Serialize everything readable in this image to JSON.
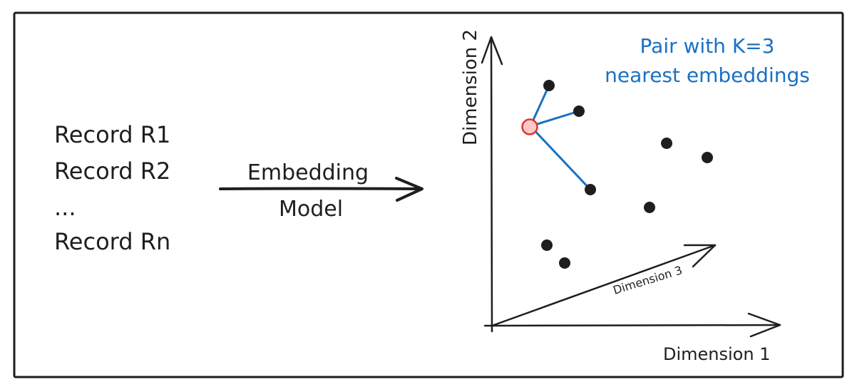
{
  "records": {
    "items": [
      "Record R1",
      "Record R2",
      "...",
      "Record Rn"
    ]
  },
  "arrow": {
    "label_top": "Embedding",
    "label_bottom": "Model"
  },
  "plot": {
    "axis_x_label": "Dimension 1",
    "axis_y_label": "Dimension 2",
    "axis_z_label": "Dimension 3",
    "annotation_line1": "Pair with K=3",
    "annotation_line2": "nearest embeddings"
  },
  "colors": {
    "ink": "#1e1e1e",
    "accent": "#1971c2",
    "query_fill": "#ffc9c9",
    "query_stroke": "#e03131"
  }
}
